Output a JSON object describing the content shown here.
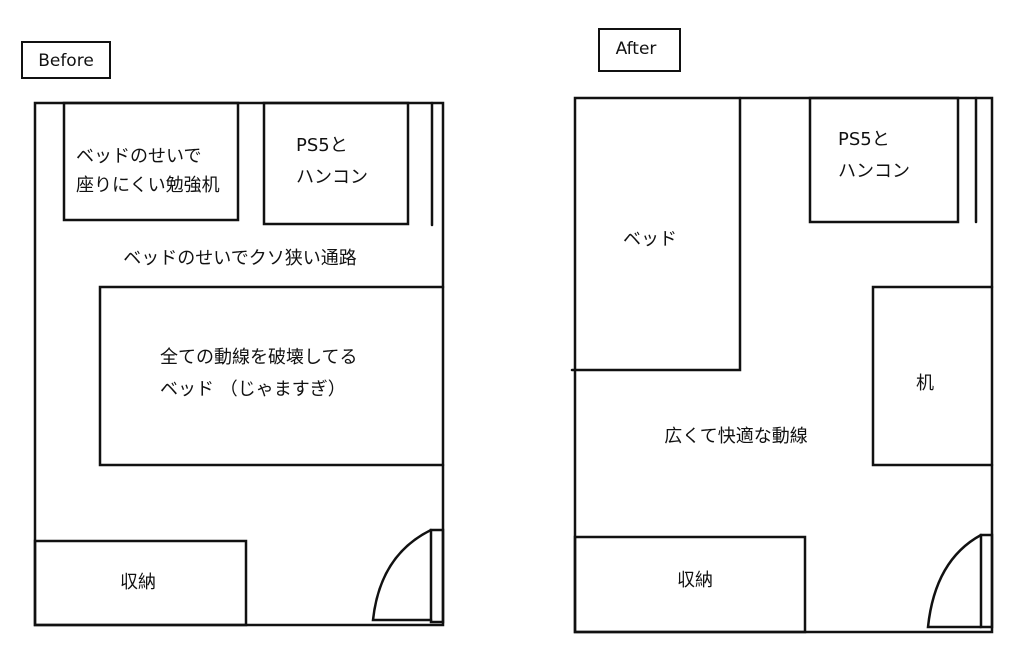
{
  "before": {
    "title": "Before",
    "desk_line1": "ベッドのせいで",
    "desk_line2": "座りにくい勉強机",
    "ps5_line1": "PS5と",
    "ps5_line2": "ハンコン",
    "passage": "ベッドのせいでクソ狭い通路",
    "bed_line1": "全ての動線を破壊してる",
    "bed_line2": "ベッド （じゃますぎ）",
    "storage": "収納"
  },
  "after": {
    "title": "After",
    "bed": "ベッド",
    "ps5_line1": "PS5と",
    "ps5_line2": "ハンコン",
    "desk": "机",
    "passage": "広くて快適な動線",
    "storage": "収納"
  }
}
